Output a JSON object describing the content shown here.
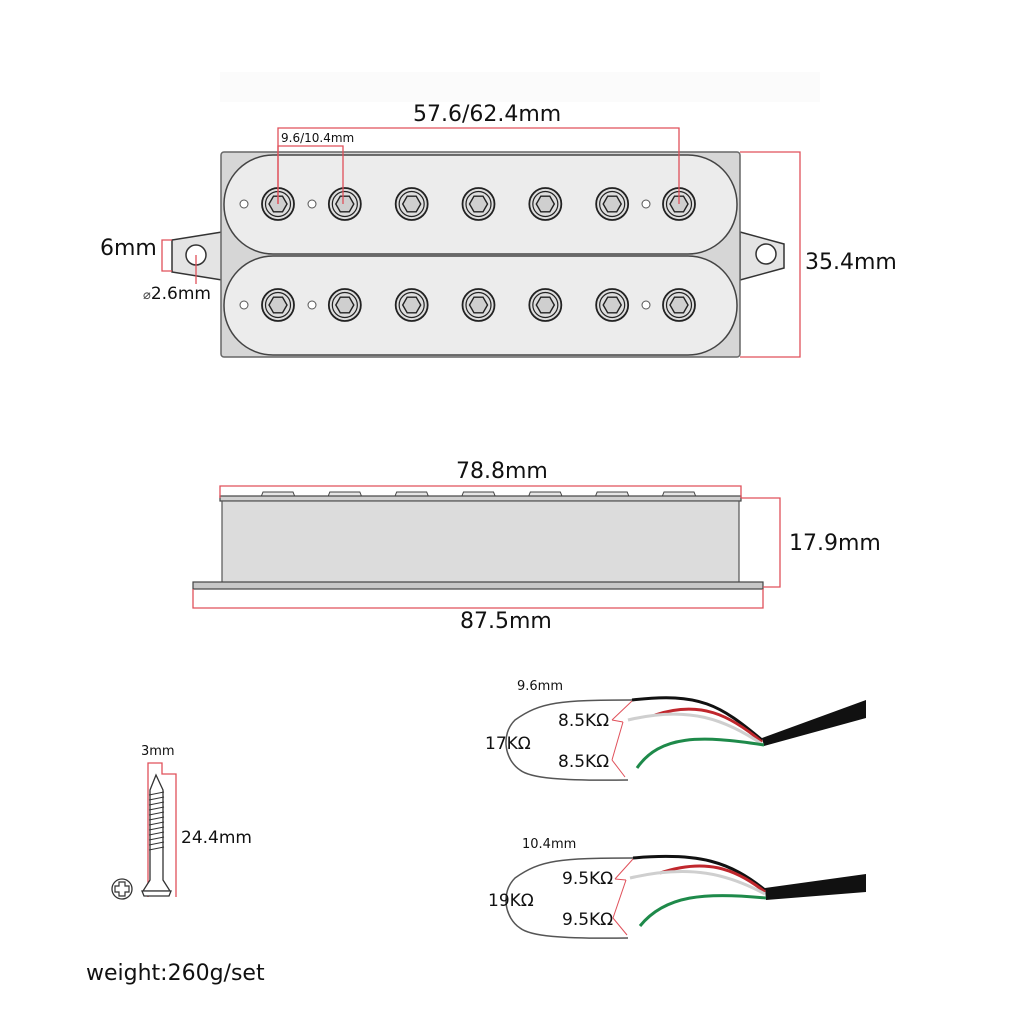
{
  "title": "7-string humbucker pickup dimensions",
  "colors": {
    "dimension_line": "#e0505a",
    "cover_fill": "#ececec",
    "base_fill": "#d8d8d8",
    "outline": "#555555",
    "wire_red": "#c0272d",
    "wire_green": "#1e8a4a",
    "wire_black": "#111111",
    "wire_white": "#dddddd",
    "cable": "#111111"
  },
  "top_view": {
    "pole_count_per_coil": 7,
    "coils": [
      "top-coil",
      "bottom-coil"
    ],
    "labels": {
      "pole_span": "57.6/62.4mm",
      "pole_spacing": "9.6/10.4mm",
      "tab_width": "6mm",
      "hole_diameter": "2.6mm",
      "hole_diameter_symbol": "⌀",
      "total_width": "35.4mm"
    }
  },
  "side_view": {
    "labels": {
      "cover_length": "78.8mm",
      "height": "17.9mm",
      "base_length": "87.5mm"
    }
  },
  "screw": {
    "labels": {
      "diameter": "3mm",
      "length": "24.4mm"
    },
    "head_icon": "phillips-head"
  },
  "wiring": [
    {
      "spacing": "9.6mm",
      "total": "17KΩ",
      "coil_a": "8.5KΩ",
      "coil_b": "8.5KΩ"
    },
    {
      "spacing": "10.4mm",
      "total": "19KΩ",
      "coil_a": "9.5KΩ",
      "coil_b": "9.5KΩ"
    }
  ],
  "weight": "weight:260g/set"
}
